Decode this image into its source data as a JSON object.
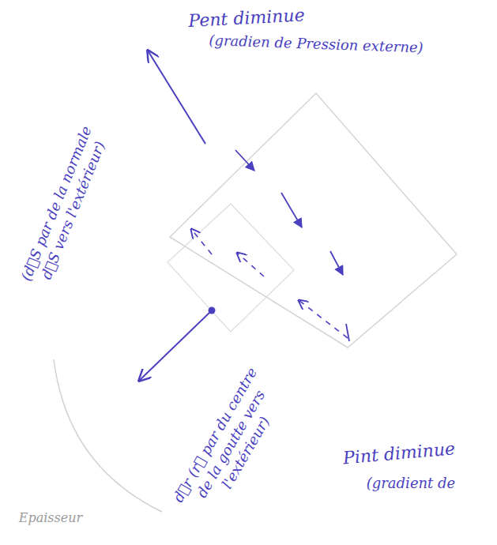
{
  "diagram": {
    "labels": [
      "Pent diminue",
      "(gradien de Pression externe)",
      "(d⃗S par de la normale d⃗S vers l'extérieur)",
      "d⃗r (r⃗ par du centre de la goutte vers l'extérieur)",
      "Pint diminue",
      "(gradient de",
      "Epaisseur"
    ]
  }
}
